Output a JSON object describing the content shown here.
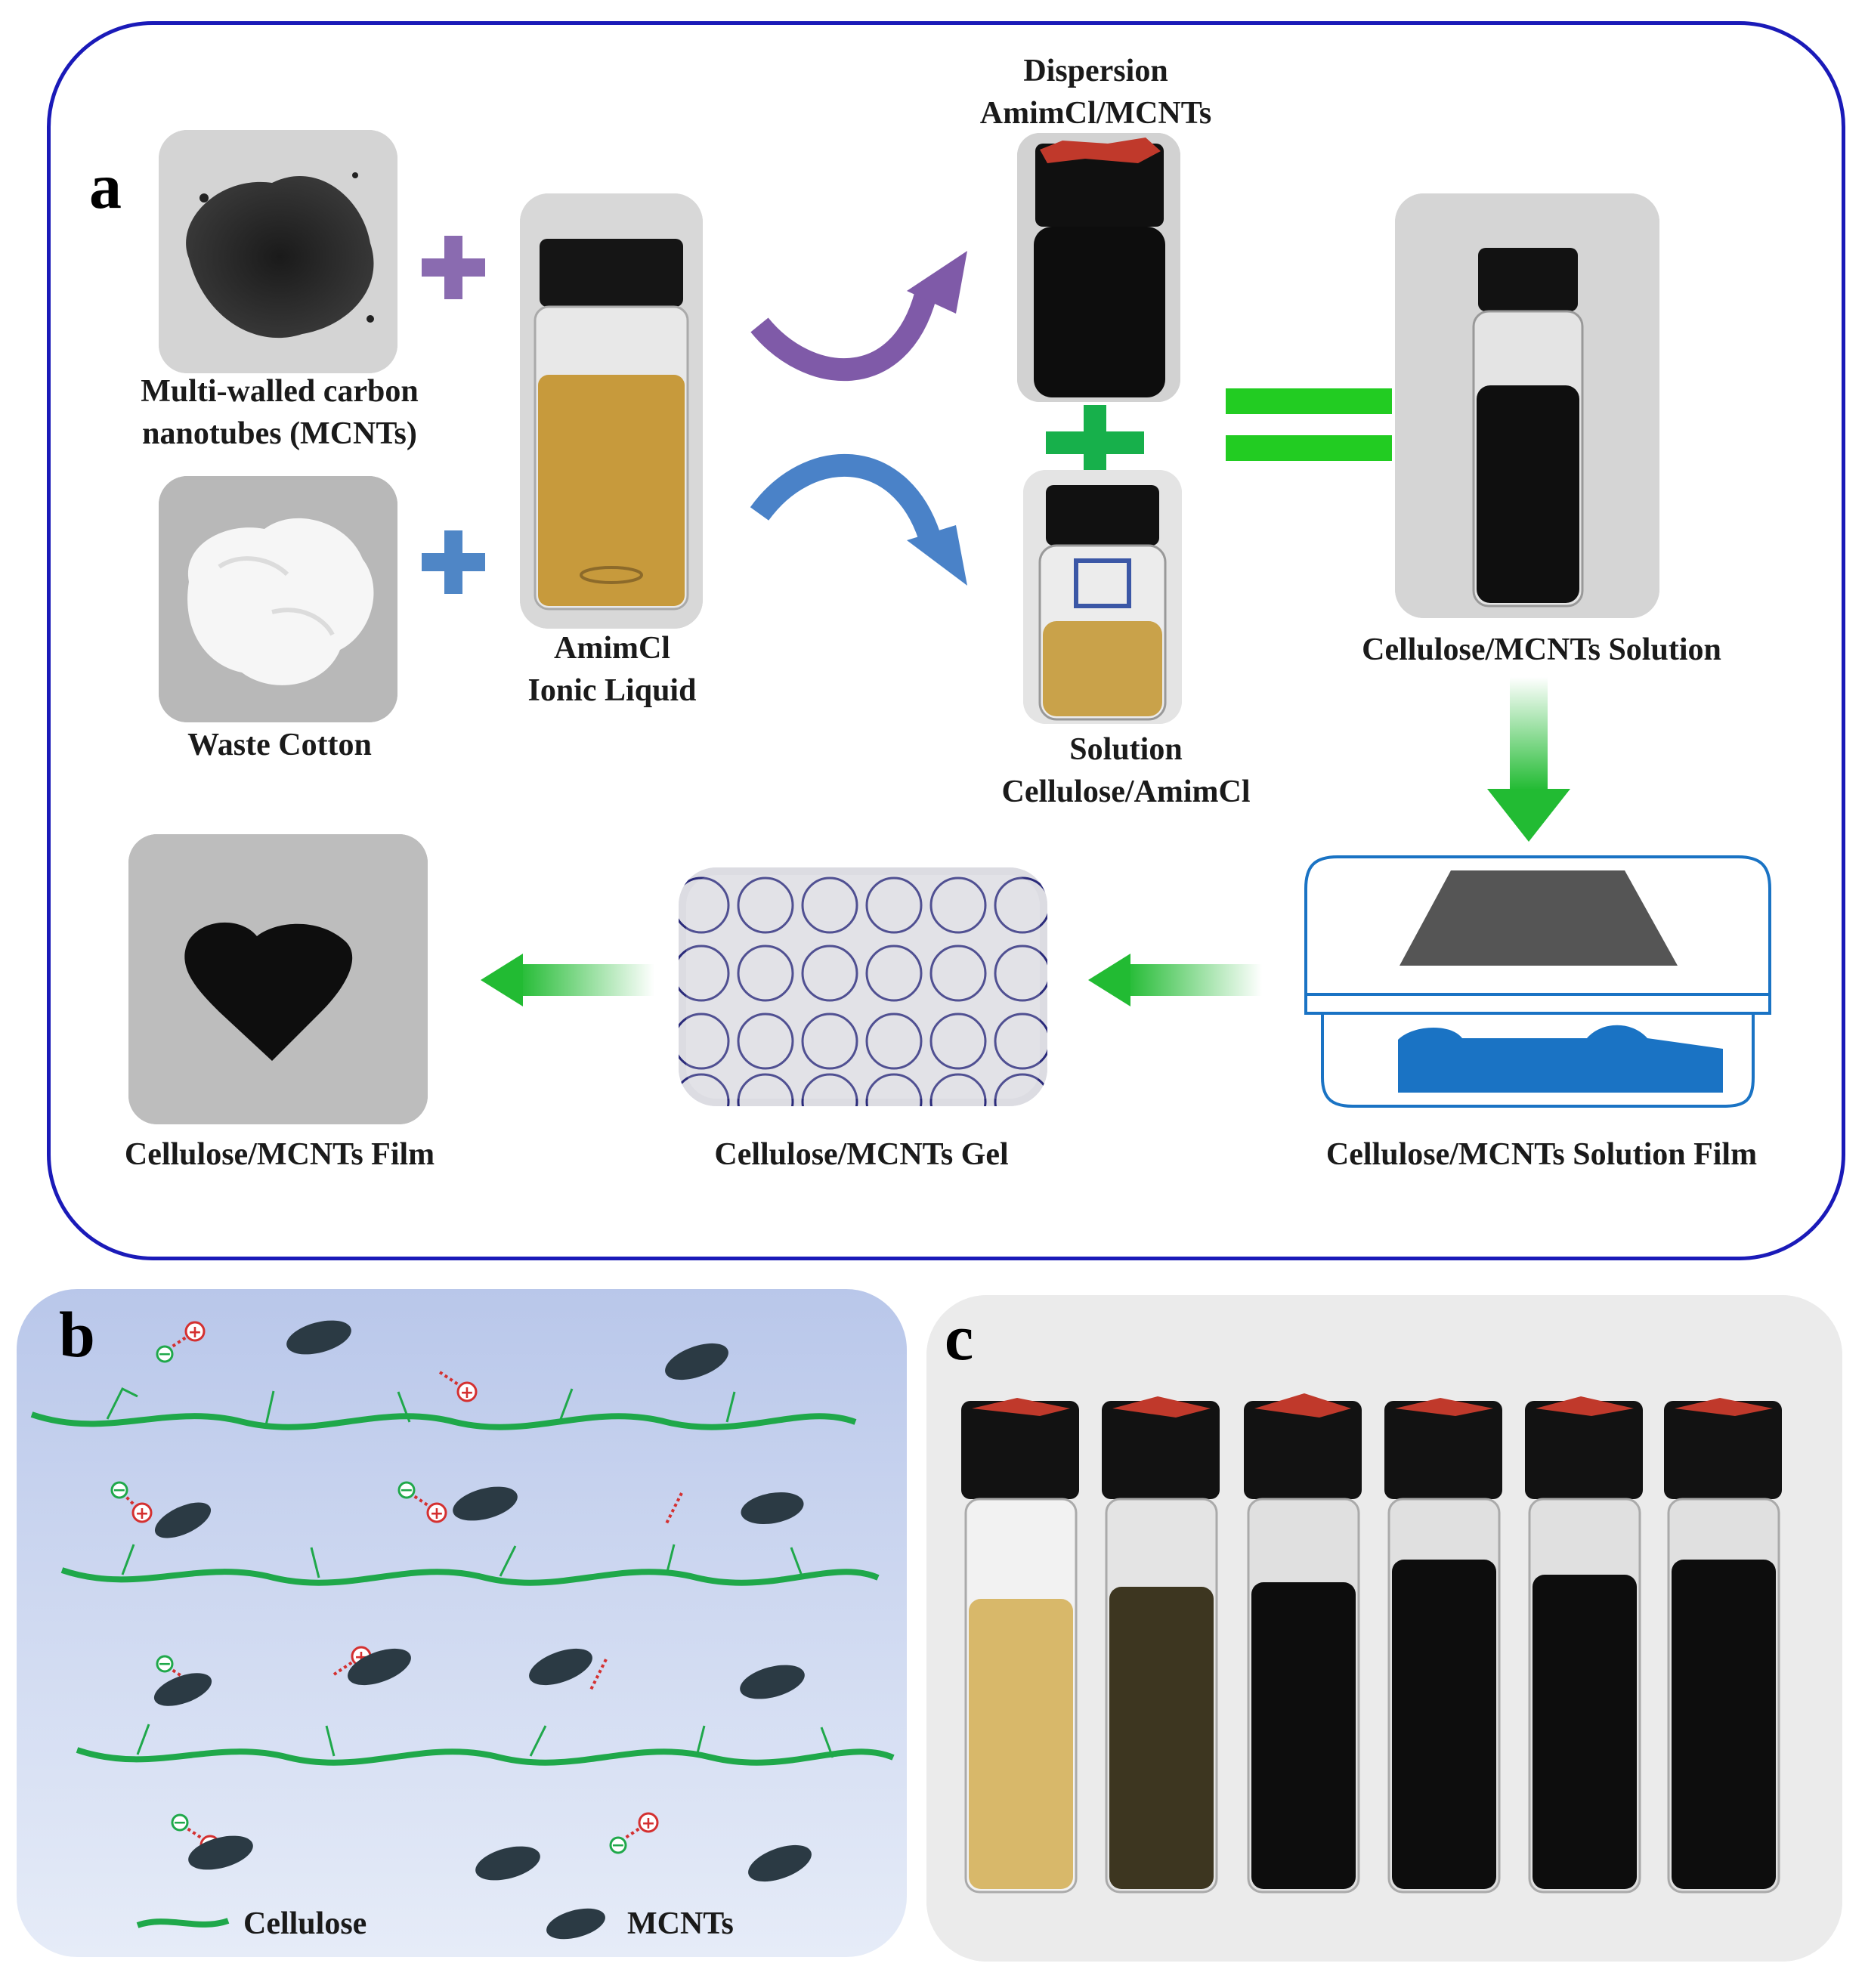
{
  "panel_a": {
    "letter": "a",
    "mcnt_label_1": "Multi-walled carbon",
    "mcnt_label_2": "nanotubes (MCNTs)",
    "cotton_label": "Waste Cotton",
    "amimcl_label_1": "AmimCl",
    "amimcl_label_2": "Ionic Liquid",
    "dispersion_label_1": "Dispersion",
    "dispersion_label_2": "AmimCl/MCNTs",
    "solution_label_1": "Solution",
    "solution_label_2": "Cellulose/AmimCl",
    "cm_solution_label": "Cellulose/MCNTs Solution",
    "solution_film_label": "Cellulose/MCNTs Solution Film",
    "gel_label": "Cellulose/MCNTs Gel",
    "film_label": "Cellulose/MCNTs Film"
  },
  "panel_b": {
    "letter": "b",
    "legend_cellulose": "Cellulose",
    "legend_mcnts": "MCNTs"
  },
  "panel_c": {
    "letter": "c"
  },
  "colors": {
    "frame_blue": "#1a1ab8",
    "plus_purple": "#8a6bb0",
    "plus_blue": "#4f86c6",
    "plus_green": "#17b04b",
    "equals_green": "#22cc22",
    "cellulose_green": "#1fa84a",
    "stage_blue": "#1a73c4"
  }
}
